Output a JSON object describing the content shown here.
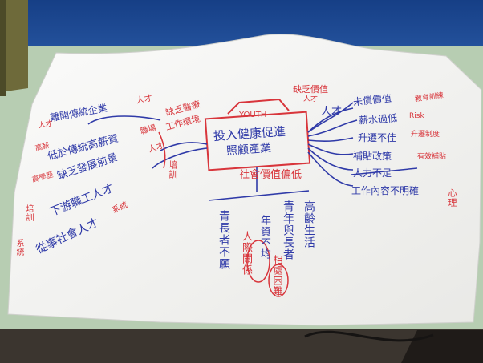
{
  "photo": {
    "colors": {
      "wall": "#1e4a93",
      "table": "#b8cdb3",
      "paper": "#f3f3f1",
      "floor": "#3b352f",
      "ink_blue": "#2f3aa8",
      "ink_red": "#d8353b"
    },
    "center_box": {
      "tab_label": "YOUTH",
      "title_line1": "投入健康促進",
      "title_line2": "照顧產業"
    },
    "top_labels": {
      "upper_right_red": "缺乏價值",
      "upper_right_red2": "人才",
      "left_red_1": "缺乏醫療",
      "left_red_2": "工作環境"
    },
    "right_branch": [
      {
        "blue": "人才",
        "red": ""
      },
      {
        "blue": "未償價值",
        "red": "教育訓練"
      },
      {
        "blue": "薪水過低",
        "red": "Risk"
      },
      {
        "blue": "升遷不佳",
        "red": "升遷制度"
      },
      {
        "blue": "補貼政策",
        "red": "有效補貼"
      },
      {
        "blue": "人力不足",
        "red": ""
      },
      {
        "blue": "工作內容不明確",
        "red": "心理"
      }
    ],
    "left_branch": [
      {
        "blue": "離開傳統企業",
        "red": "人才"
      },
      {
        "blue": "低於傳統高薪資",
        "red": "職場"
      },
      {
        "blue": "缺乏發展前景",
        "red": "人才"
      },
      {
        "blue": "下游職工人才",
        "red": "培訓"
      },
      {
        "blue": "從事社會人才",
        "red": "系統"
      }
    ],
    "left_margin_red": [
      "人才",
      "高薪",
      "高學歷",
      "培訓",
      "系統"
    ],
    "bottom_title": "社會價值偏低",
    "bottom_columns": [
      {
        "text": "青長者不願",
        "color": "blue"
      },
      {
        "text": "人際關係",
        "color": "red"
      },
      {
        "text": "年資不均",
        "color": "blue"
      },
      {
        "text": "青年與長者",
        "color": "blue"
      },
      {
        "text": "相處困難",
        "color": "red"
      },
      {
        "text": "高齡生活",
        "color": "blue"
      }
    ]
  }
}
